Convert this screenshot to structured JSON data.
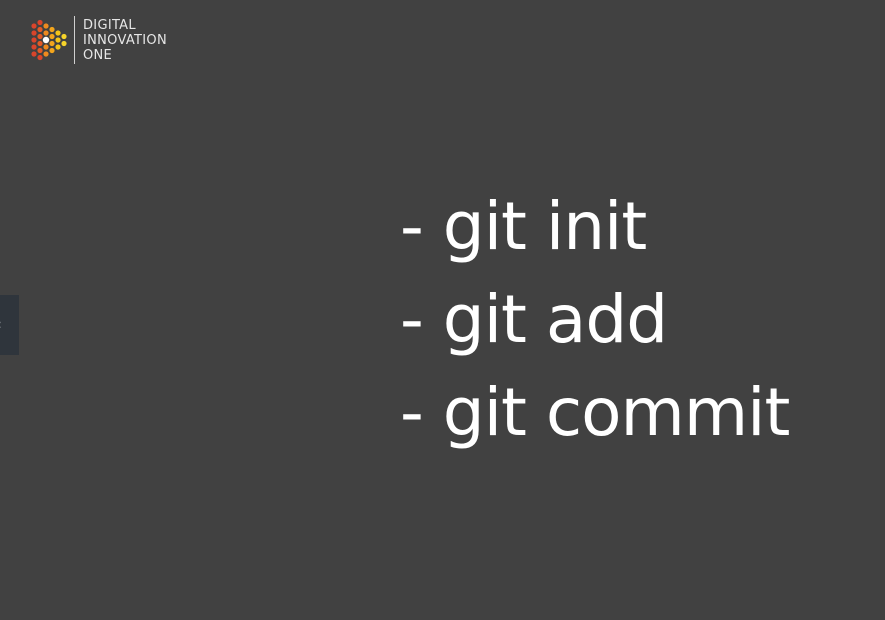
{
  "brand": {
    "line1": "DIGITAL",
    "line2": "INNOVATION",
    "line3": "ONE",
    "logo_icon": "hexagon-play-icon",
    "colors": {
      "red": "#d9452b",
      "orange": "#ee8a1f",
      "yellow": "#f5c518",
      "background": "#414141",
      "text": "#ffffff"
    }
  },
  "side_tab": {
    "icon": "collapse-arrow-icon"
  },
  "slide": {
    "commands": [
      "- git init",
      "- git add",
      "- git commit"
    ]
  }
}
